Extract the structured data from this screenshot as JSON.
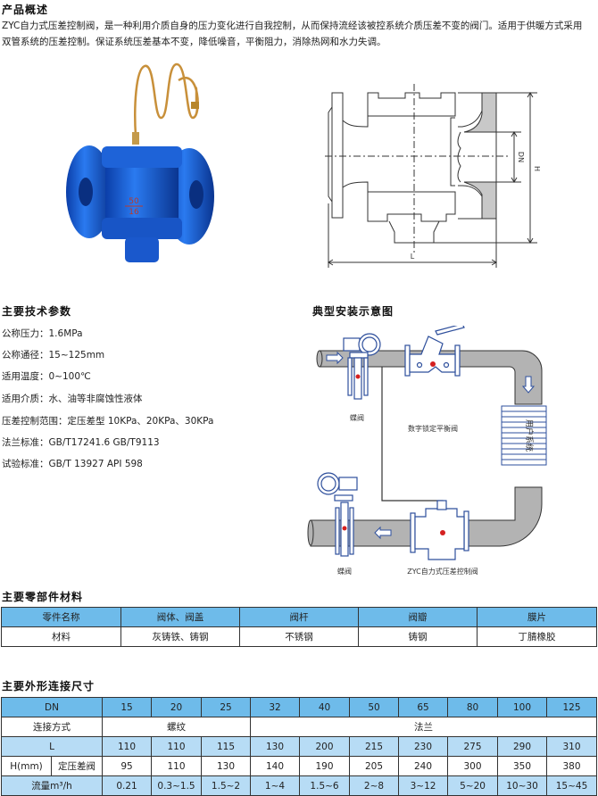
{
  "overview": {
    "heading": "产品概述",
    "line1": "ZYC自力式压差控制阀，是一种利用介质自身的压力变化进行自我控制，从而保持流经该被控系统介质压差不变的阀门。适用于供暖方式采用",
    "line2": "双管系统的压差控制。保证系统压差基本不变，降低噪音，平衡阻力，消除热网和水力失调。"
  },
  "photo": {
    "marking_top": "50",
    "marking_bottom": "16"
  },
  "drawing": {
    "dim_dn": "DN",
    "dim_h": "H",
    "dim_l": "L"
  },
  "specs": {
    "heading": "主要技术参数",
    "items": [
      "公称压力：1.6MPa",
      "公称通径：15~125mm",
      "适用温度：0~100℃",
      "适用介质：水、油等非腐蚀性液体",
      "压差控制范围：定压差型  10KPa、20KPa、30KPa",
      "法兰标准：GB/T17241.6  GB/T9113",
      "试验标准：GB/T 13927  API 598"
    ]
  },
  "install": {
    "heading": "典型安装示意图",
    "label_butterfly_top": "蝶阀",
    "label_balance": "数字锁定平衡阀",
    "label_user_system": "用户系统",
    "label_butterfly_bottom": "蝶阀",
    "label_zyc": "ZYC自力式压差控制阀"
  },
  "materials": {
    "heading": "主要零部件材料",
    "header": [
      "零件名称",
      "阀体、阀盖",
      "阀杆",
      "阀瓣",
      "膜片"
    ],
    "row": [
      "材料",
      "灰铸铁、铸钢",
      "不锈钢",
      "铸钢",
      "丁腈橡胶"
    ]
  },
  "dimensions": {
    "heading": "主要外形连接尺寸",
    "dn_label": "DN",
    "dn": [
      "15",
      "20",
      "25",
      "32",
      "40",
      "50",
      "65",
      "80",
      "100",
      "125"
    ],
    "connection_label": "连接方式",
    "connection_thread": "螺纹",
    "connection_flange": "法兰",
    "l_label": "L",
    "l": [
      "110",
      "110",
      "115",
      "130",
      "200",
      "215",
      "230",
      "275",
      "290",
      "310"
    ],
    "h_label": "H(mm)",
    "h_sub_label": "定压差阀",
    "h": [
      "95",
      "110",
      "130",
      "140",
      "190",
      "205",
      "240",
      "300",
      "350",
      "380"
    ],
    "flow_label": "流量m³/h",
    "flow": [
      "0.21",
      "0.3~1.5",
      "1.5~2",
      "1~4",
      "1.5~6",
      "2~8",
      "3~12",
      "5~20",
      "10~30",
      "15~45"
    ]
  },
  "colors": {
    "header_blue": "#6ebbea",
    "light_blue": "#b7dcf5",
    "valve_blue": "#1f5fd6",
    "pipe_gray": "#b3b3b3",
    "diagram_line": "#2e4f9c",
    "accent_red": "#d42020"
  }
}
